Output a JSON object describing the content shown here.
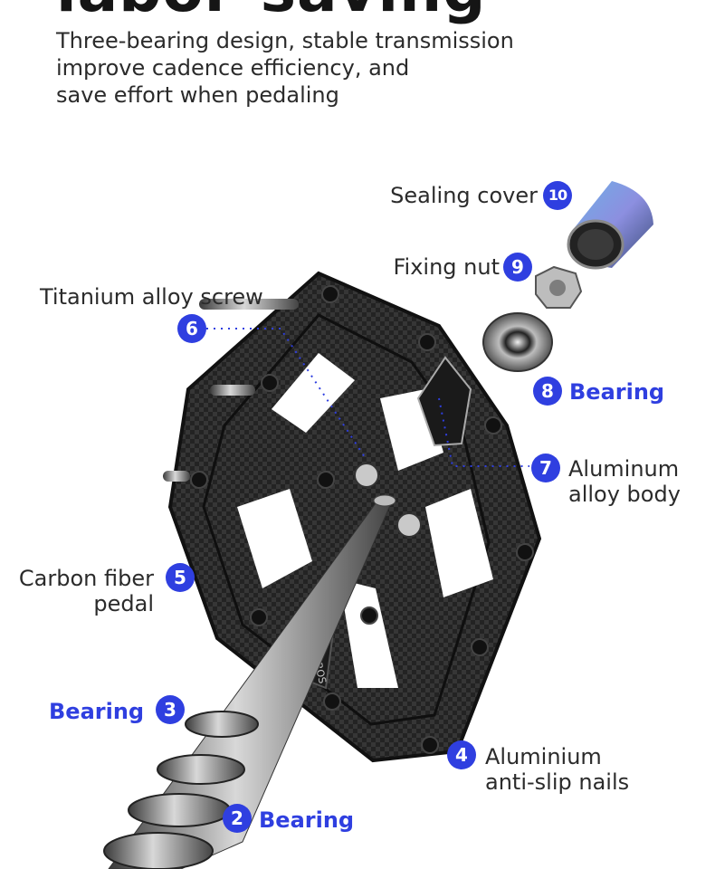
{
  "headline": "labor-saving",
  "description": [
    "Three-bearing design, stable transmission",
    "improve cadence efficiency, and",
    "save effort when pedaling"
  ],
  "brand_mark": "ROCKBROS",
  "callouts": [
    {
      "number": "10",
      "label": "Sealing cover"
    },
    {
      "number": "9",
      "label": "Fixing nut"
    },
    {
      "number": "6",
      "label": "Titanium alloy screw"
    },
    {
      "number": "8",
      "label": "Bearing"
    },
    {
      "number": "7",
      "label_line1": "Aluminum",
      "label_line2": "alloy body"
    },
    {
      "number": "5",
      "label_line1": "Carbon fiber",
      "label_line2": "pedal"
    },
    {
      "number": "3",
      "label": "Bearing"
    },
    {
      "number": "4",
      "label_line1": "Aluminium",
      "label_line2": "anti-slip nails"
    },
    {
      "number": "2",
      "label": "Bearing"
    }
  ],
  "colors": {
    "accent": "#2f3fe0",
    "text": "#2b2b2b",
    "headline": "#151515"
  }
}
